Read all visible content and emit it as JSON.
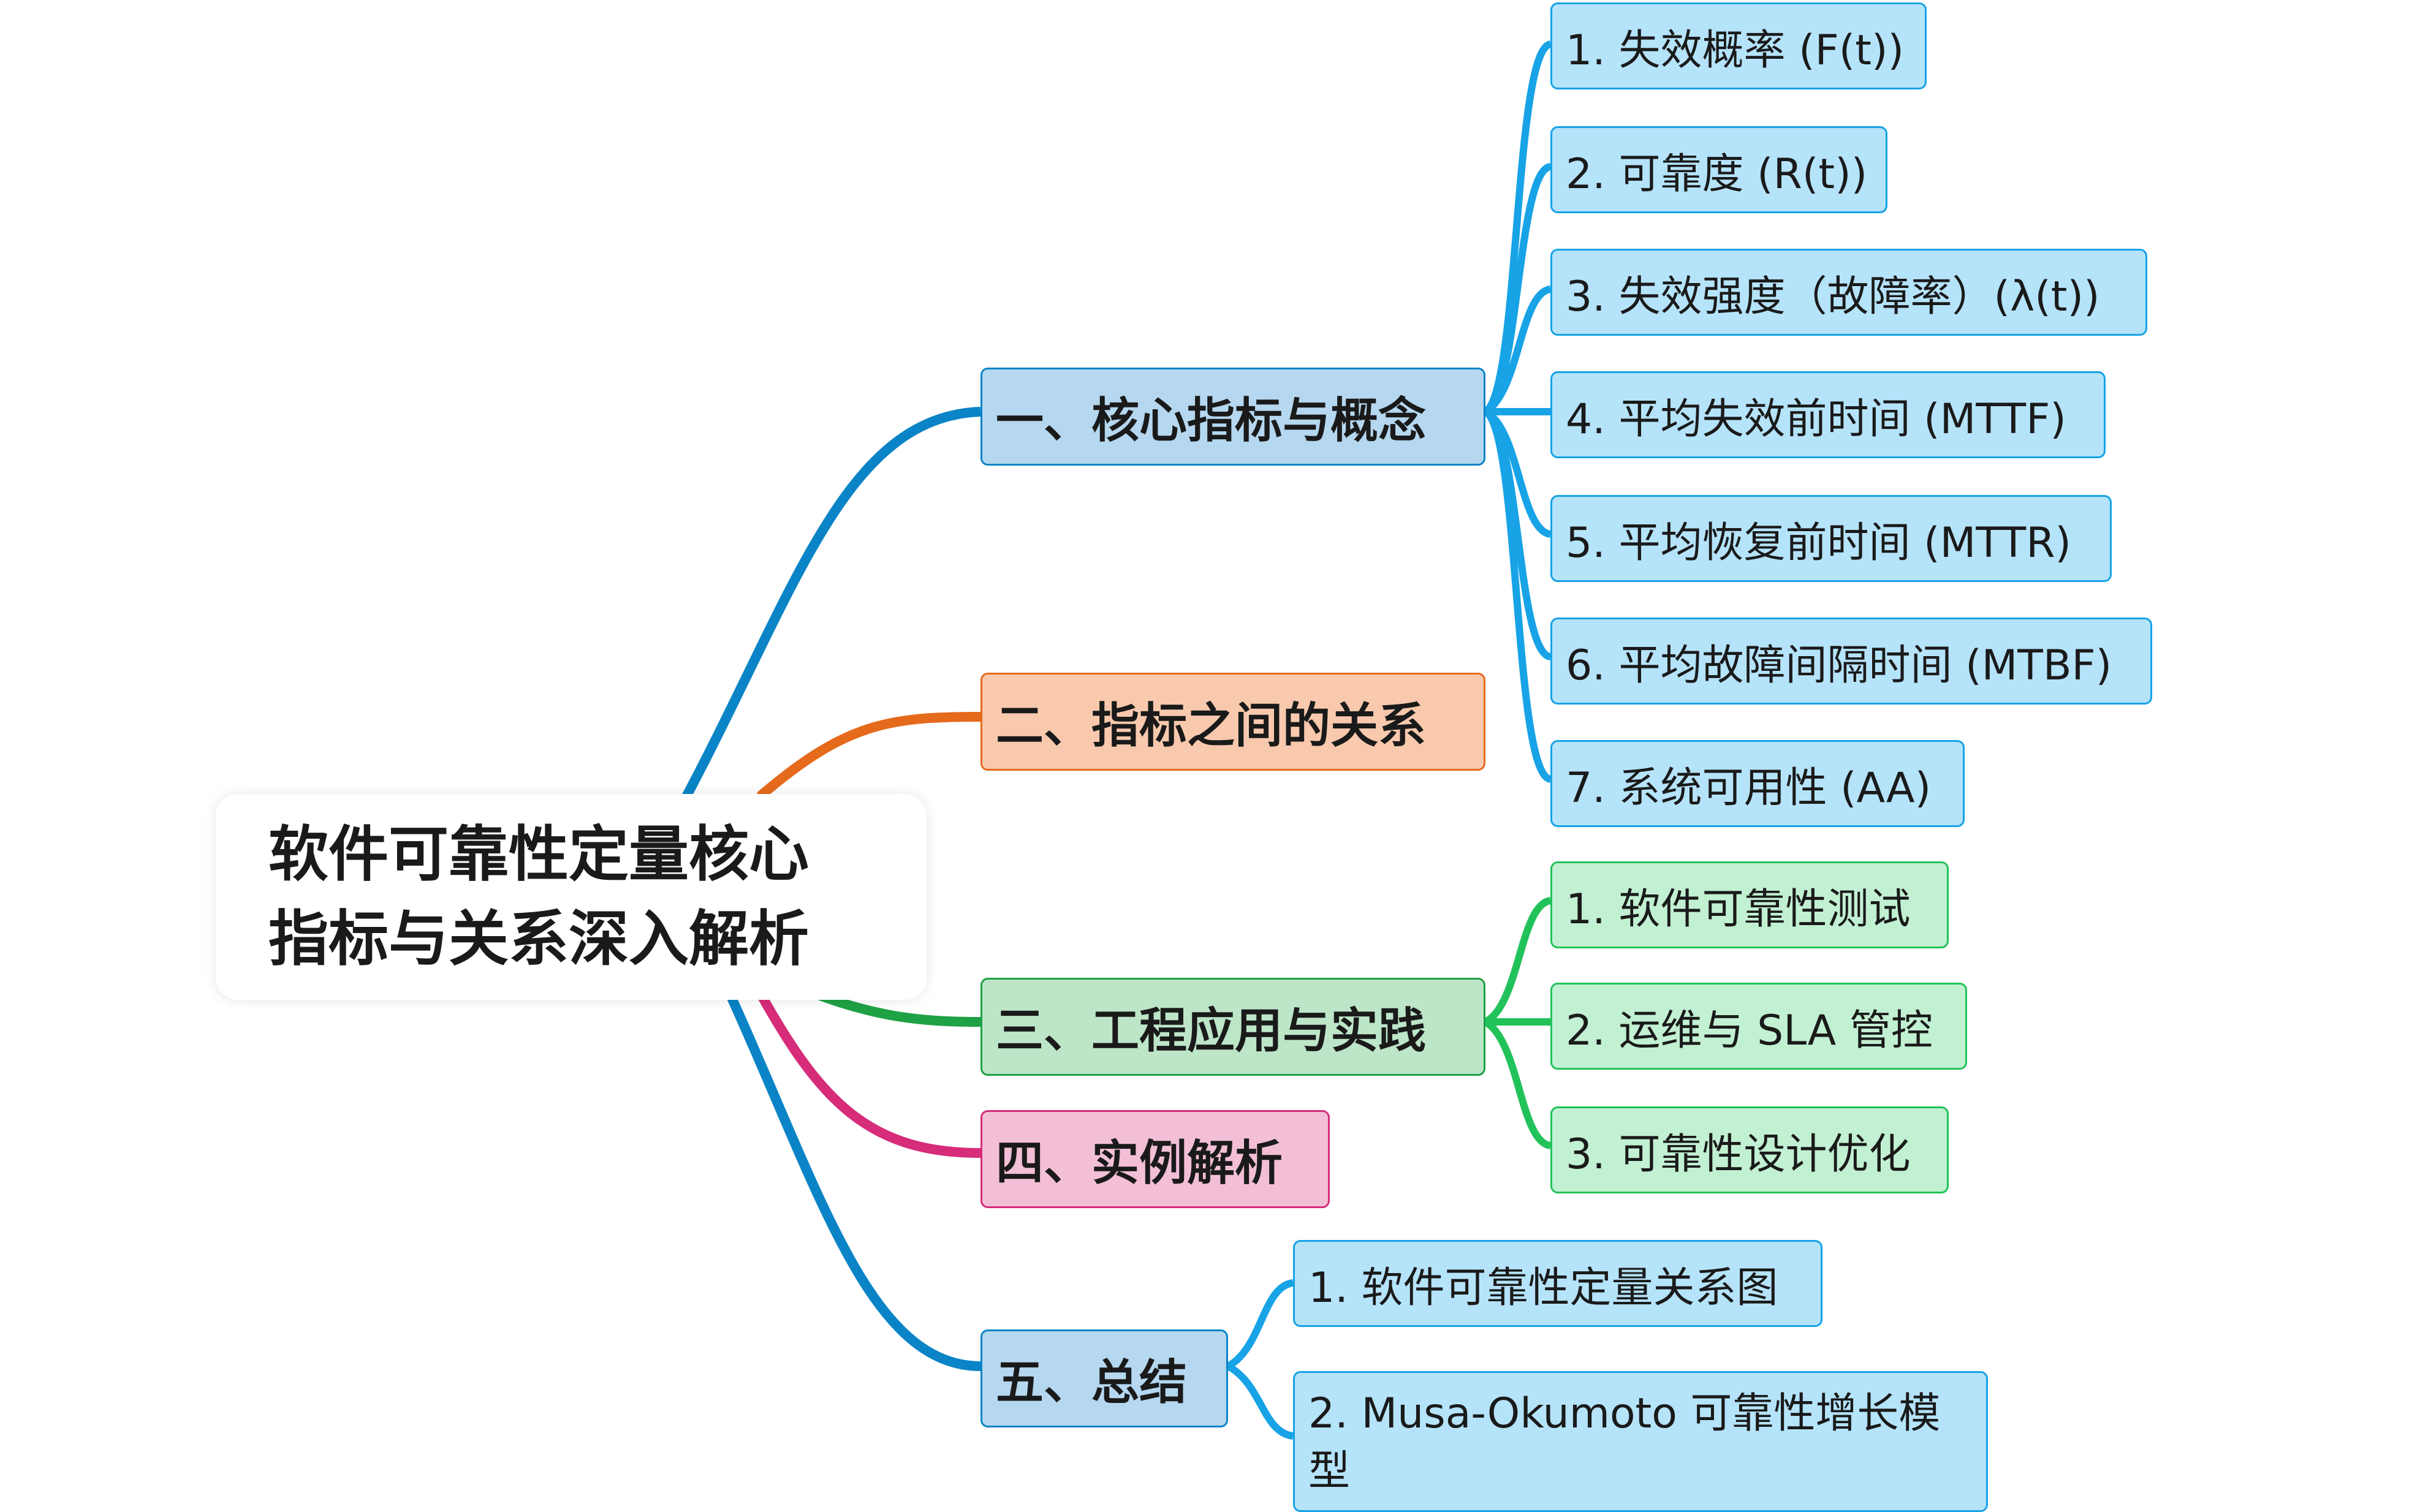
{
  "root": {
    "line1": "软件可靠性定量核心",
    "line2": "指标与关系深入解析"
  },
  "colors": {
    "blue_line": "#0a84c6",
    "orange_line": "#e56a1c",
    "green_line": "#1fa145",
    "pink_line": "#d62c7a",
    "leaf_blue_line": "#17a3e6",
    "leaf_green_line": "#22c25a",
    "blue_fill": "#b5d7ef",
    "orange_fill": "#f8c9ad",
    "green_fill": "#bde5c8",
    "pink_fill": "#f2bfd6",
    "leaf_blue_fill": "#b5e3fa",
    "leaf_green_fill": "#c2f0d2"
  },
  "branches": [
    {
      "label": "一、核心指标与概念",
      "children": [
        "1. 失效概率 (F(t))",
        "2. 可靠度 (R(t))",
        "3. 失效强度（故障率）(λ(t))",
        "4. 平均失效前时间 (MTTF)",
        "5. 平均恢复前时间 (MTTR)",
        "6. 平均故障间隔时间 (MTBF)",
        "7. 系统可用性 (AA)"
      ]
    },
    {
      "label": "二、指标之间的关系",
      "children": []
    },
    {
      "label": "三、工程应用与实践",
      "children": [
        "1. 软件可靠性测试",
        "2. 运维与 SLA 管控",
        "3. 可靠性设计优化"
      ]
    },
    {
      "label": "四、实例解析",
      "children": []
    },
    {
      "label": "五、总结",
      "children": [
        "1. 软件可靠性定量关系图",
        "2. Musa-Okumoto 可靠性增长模型"
      ]
    }
  ]
}
